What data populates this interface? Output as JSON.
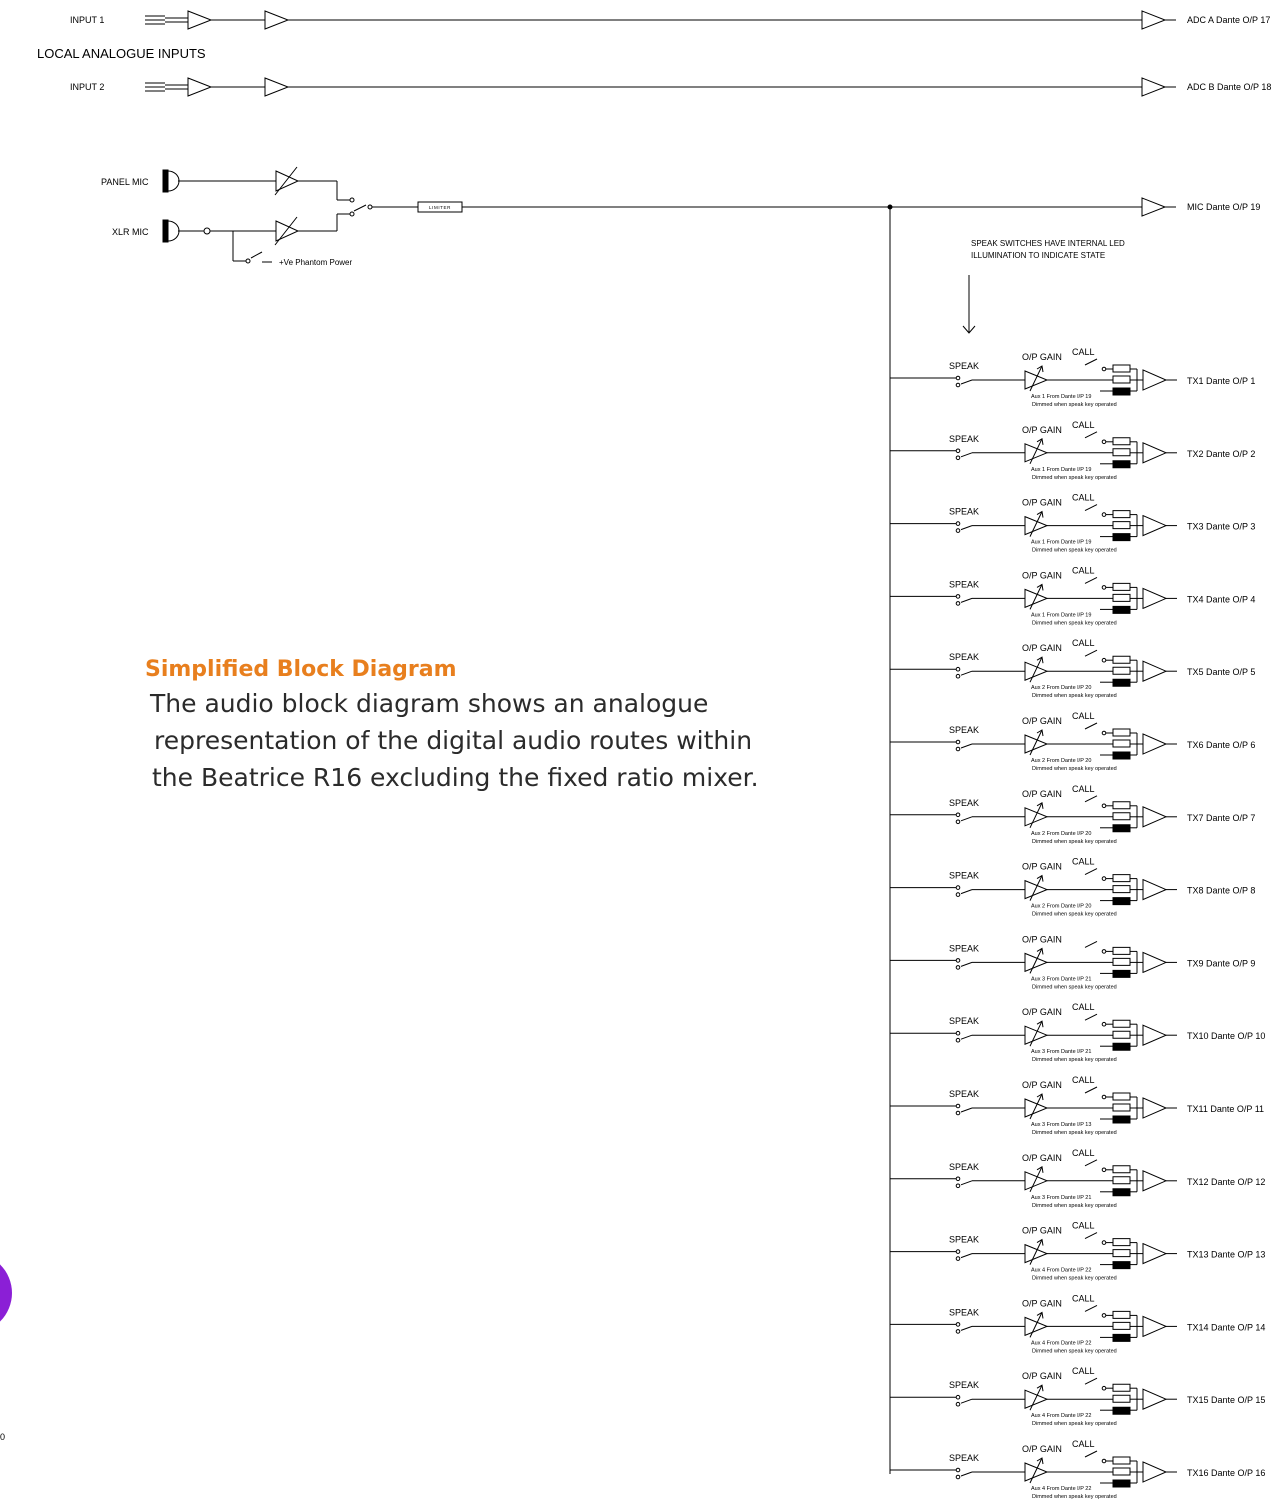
{
  "inputs": {
    "input1_label": "INPUT 1",
    "input2_label": "INPUT 2",
    "group_label": "LOCAL ANALOGUE INPUTS",
    "input1_out": "ADC A Dante O/P 17",
    "input2_out": "ADC B Dante O/P 18"
  },
  "mic": {
    "panel_label": "PANEL MIC",
    "xlr_label": "XLR MIC",
    "phantom_label": "+Ve Phantom Power",
    "limiter_label": "LIMITER",
    "out_label": "MIC Dante O/P 19"
  },
  "note": {
    "line1": "SPEAK SWITCHES HAVE INTERNAL LED",
    "line2": "ILLUMINATION TO INDICATE STATE"
  },
  "description": {
    "title": "Simplified Block Diagram",
    "line1": "The audio block diagram shows an analogue",
    "line2": "representation of the digital audio routes within",
    "line3": "the Beatrice R16 excluding the fixed ratio mixer."
  },
  "page_fragment": "0",
  "channel_common": {
    "speak": "SPEAK",
    "gain": "O/P GAIN",
    "call": "CALL",
    "dim": "Dimmed when speak key operated"
  },
  "channels": [
    {
      "out": "TX1 Dante O/P 1",
      "aux": "Aux 1 From Dante I/P 19",
      "call": true
    },
    {
      "out": "TX2 Dante O/P 2",
      "aux": "Aux 1 From Dante I/P 19",
      "call": true
    },
    {
      "out": "TX3 Dante O/P 3",
      "aux": "Aux 1 From Dante I/P 19",
      "call": true
    },
    {
      "out": "TX4 Dante O/P 4",
      "aux": "Aux 1 From Dante I/P 19",
      "call": true
    },
    {
      "out": "TX5 Dante O/P 5",
      "aux": "Aux 2 From Dante I/P 20",
      "call": true
    },
    {
      "out": "TX6 Dante O/P 6",
      "aux": "Aux 2 From Dante I/P 20",
      "call": true
    },
    {
      "out": "TX7 Dante O/P 7",
      "aux": "Aux 2 From Dante I/P 20",
      "call": true
    },
    {
      "out": "TX8 Dante O/P 8",
      "aux": "Aux 2 From Dante I/P 20",
      "call": true
    },
    {
      "out": "TX9 Dante O/P 9",
      "aux": "Aux 3 From Dante I/P 21",
      "call": false
    },
    {
      "out": "TX10 Dante O/P 10",
      "aux": "Aux 3 From Dante I/P 21",
      "call": true
    },
    {
      "out": "TX11 Dante O/P 11",
      "aux": "Aux 3 From Dante I/P 13",
      "call": true
    },
    {
      "out": "TX12 Dante O/P 12",
      "aux": "Aux 3 From Dante I/P 21",
      "call": true
    },
    {
      "out": "TX13 Dante O/P 13",
      "aux": "Aux 4 From Dante I/P 22",
      "call": true
    },
    {
      "out": "TX14 Dante O/P 14",
      "aux": "Aux 4 From Dante I/P 22",
      "call": true
    },
    {
      "out": "TX15 Dante O/P 15",
      "aux": "Aux 4 From Dante I/P 22",
      "call": true
    },
    {
      "out": "TX16 Dante O/P 16",
      "aux": "Aux 4 From Dante I/P 22",
      "call": true
    }
  ]
}
